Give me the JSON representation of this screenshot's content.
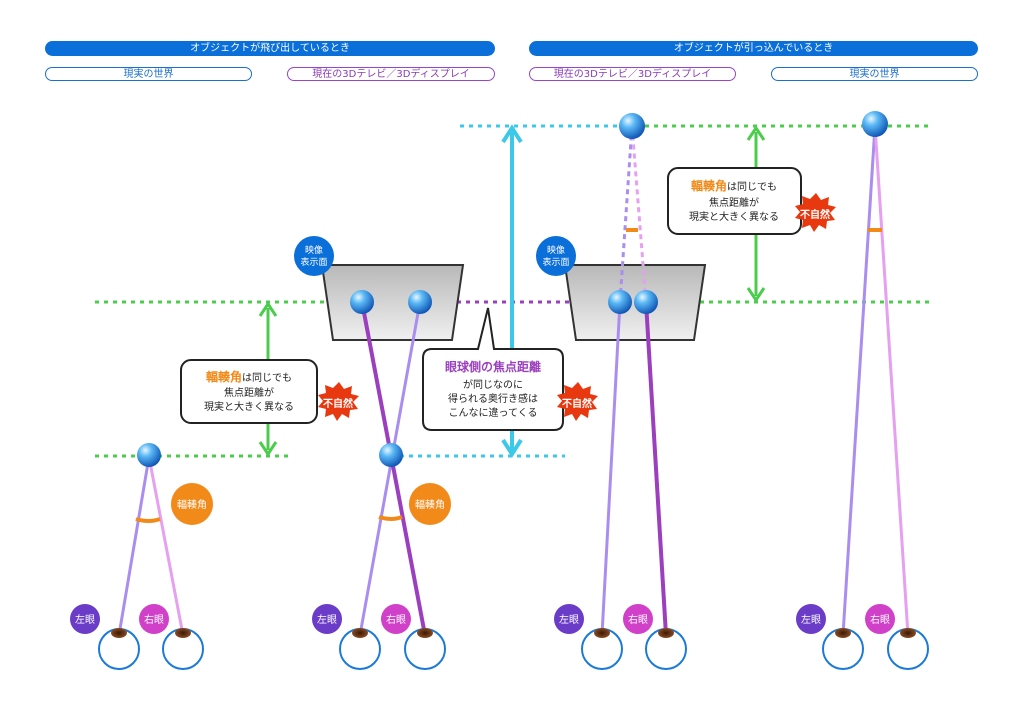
{
  "headers": {
    "popout": "オブジェクトが飛び出しているとき",
    "recessed": "オブジェクトが引っ込んでいるとき"
  },
  "subheaders": {
    "real_world": "現実の世界",
    "display": "現在の3Dテレビ／3Dディスプレイ"
  },
  "labels": {
    "screen_line1": "映像",
    "screen_line2": "表示面",
    "left_eye": "左眼",
    "right_eye": "右眼",
    "convergence": "輻輳角",
    "unnatural": "不自然"
  },
  "callout_conv": {
    "highlight": "輻輳角",
    "line1_rest": "は同じでも",
    "line2": "焦点距離が",
    "line3": "現実と大きく異なる"
  },
  "callout_focus": {
    "title": "眼球側の焦点距離",
    "line2": "が同じなのに",
    "line3": "得られる奥行き感は",
    "line4": "こんなに違ってくる"
  },
  "colors": {
    "header_blue": "#0a6fd8",
    "green": "#4ccc4c",
    "cyan": "#3cc8e8",
    "purple_line": "#9b3fbf",
    "left_ray": "#a98ef0",
    "right_ray": "#e6a0f0",
    "orange": "#f28a1a",
    "red": "#e8380f"
  }
}
